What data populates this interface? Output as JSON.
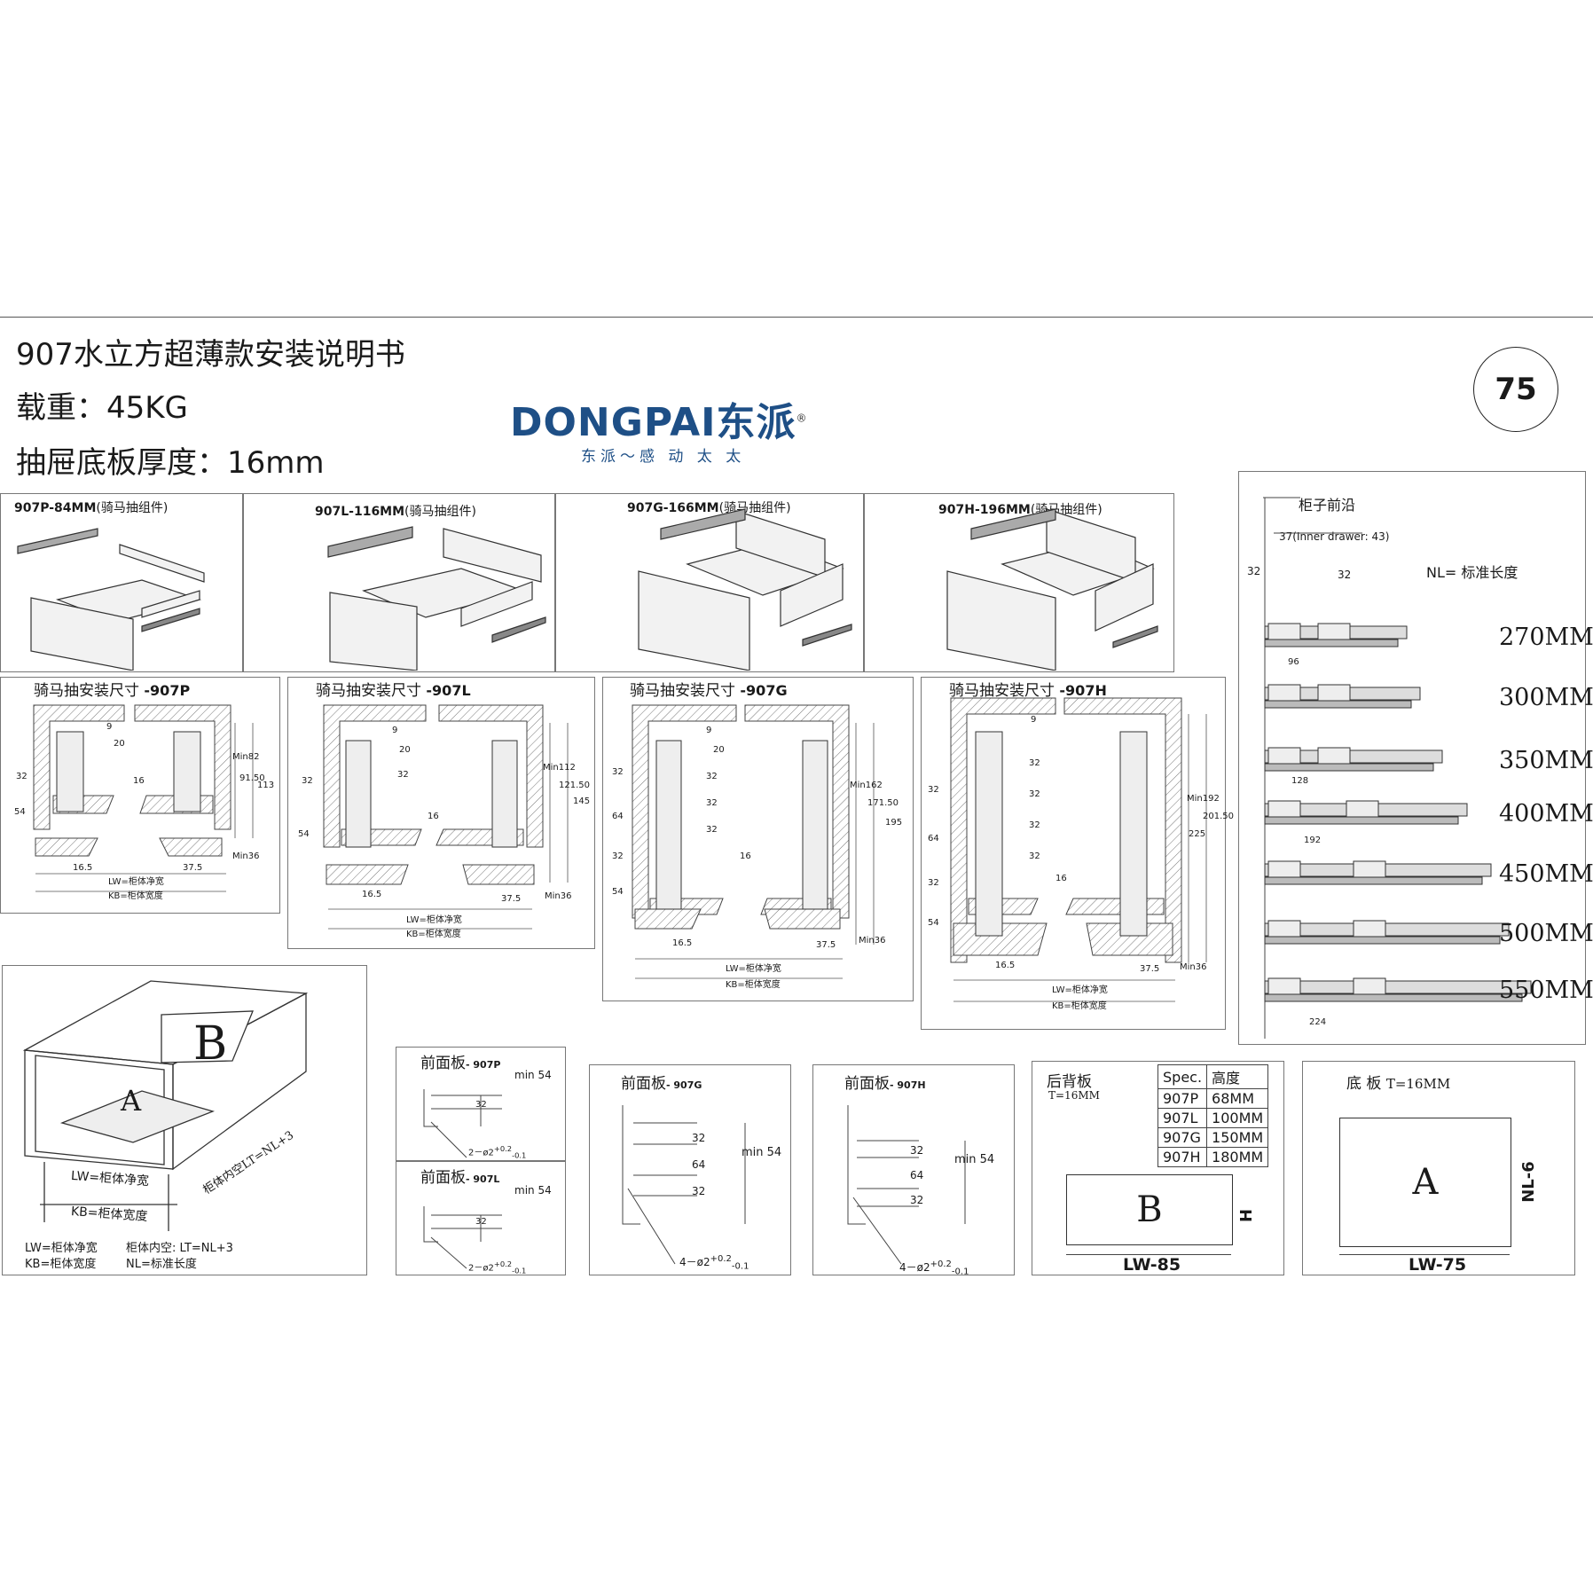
{
  "header": {
    "title": "907水立方超薄款安装说明书",
    "load": "载重：45KG",
    "board_thickness": "抽屉底板厚度：16mm",
    "page_number": "75"
  },
  "brand": {
    "name_en": "DONGPAI",
    "name_cn": "东派",
    "registered": "®",
    "slogan": "东派～感 动 太 太",
    "color": "#1e4f86"
  },
  "kits": [
    {
      "code": "907P-84MM",
      "note": "(骑马抽组件)"
    },
    {
      "code": "907L-116MM",
      "note": "(骑马抽组件)"
    },
    {
      "code": "907G-166MM",
      "note": "(骑马抽组件)"
    },
    {
      "code": "907H-196MM",
      "note": "(骑马抽组件)"
    }
  ],
  "install": {
    "prefix": "骑马抽安装尺寸",
    "lw_note": "LW=柜体净宽",
    "kb_note": "KB=柜体宽度",
    "views": [
      {
        "model": "-907P",
        "dims": [
          "9",
          "20",
          "32",
          "16",
          "54",
          "Min82",
          "91.50",
          "113",
          "16.5",
          "37.5",
          "Min36"
        ]
      },
      {
        "model": "-907L",
        "dims": [
          "9",
          "20",
          "32",
          "32",
          "16",
          "54",
          "Min112",
          "121.50",
          "145",
          "16.5",
          "37.5",
          "Min36"
        ]
      },
      {
        "model": "-907G",
        "dims": [
          "9",
          "20",
          "32",
          "32",
          "32",
          "32",
          "16",
          "64",
          "32",
          "54",
          "Min162",
          "171.50",
          "195",
          "16.5",
          "37.5",
          "Min36"
        ]
      },
      {
        "model": "-907H",
        "dims": [
          "9",
          "32",
          "32",
          "32",
          "32",
          "16",
          "32",
          "64",
          "32",
          "54",
          "Min192",
          "201.50",
          "225",
          "16.5",
          "37.5",
          "Min36"
        ]
      }
    ]
  },
  "rail": {
    "front_edge": "柜子前沿",
    "inner": "37(Inner drawer: 43)",
    "d32a": "32",
    "d32b": "32",
    "nl_note": "NL= 标准长度",
    "lengths": [
      "270MM",
      "300MM",
      "350MM",
      "400MM",
      "450MM",
      "500MM",
      "550MM"
    ],
    "hole_dims": [
      "96",
      "128",
      "192",
      "224"
    ]
  },
  "cabinet": {
    "a": "A",
    "b": "B",
    "lw": "LW=柜体净宽",
    "kb": "KB=柜体宽度",
    "lt": "柜体内空LT=NL+3",
    "legend_lw": "LW=柜体净宽",
    "legend_kb": "KB=柜体宽度",
    "legend_lt": "柜体内空: LT=NL+3",
    "legend_nl": "NL=标准长度"
  },
  "front_panels": [
    {
      "label": "前面板",
      "model": "- 907P",
      "dims": [
        "32",
        "min 54"
      ],
      "holes": "2－ø2"
    },
    {
      "label": "前面板",
      "model": "- 907L",
      "dims": [
        "32",
        "min 54"
      ],
      "holes": "2－ø2"
    },
    {
      "label": "前面板",
      "model": "- 907G",
      "dims": [
        "32",
        "64",
        "32",
        "min 54"
      ],
      "holes": "4－ø2"
    },
    {
      "label": "前面板",
      "model": "- 907H",
      "dims": [
        "32",
        "64",
        "32",
        "min 54"
      ],
      "holes": "4－ø2"
    }
  ],
  "tolerance": {
    "plus": "+0.2",
    "minus": "-0.1"
  },
  "back_panel": {
    "label": "后背板",
    "thickness": "T=16MM",
    "letter": "B",
    "width": "LW-85",
    "height": "H",
    "spec_header": [
      "Spec.",
      "高度"
    ],
    "spec_rows": [
      [
        "907P",
        "68MM"
      ],
      [
        "907L",
        "100MM"
      ],
      [
        "907G",
        "150MM"
      ],
      [
        "907H",
        "180MM"
      ]
    ]
  },
  "bottom_panel": {
    "label": "底 板",
    "thickness": "T=16MM",
    "letter": "A",
    "width": "LW-75",
    "depth": "NL-6"
  }
}
